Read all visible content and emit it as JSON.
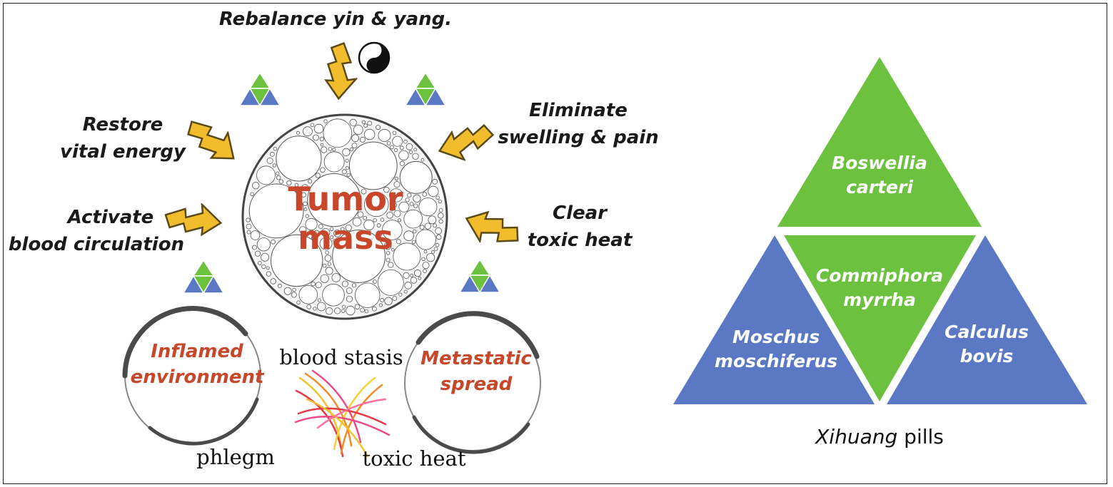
{
  "left_panel": {
    "top_label": "Rebalance yin & yang.",
    "restore_label": [
      "Restore",
      "vital energy"
    ],
    "activate_label": [
      "Activate",
      "blood circulation"
    ],
    "eliminate_label": [
      "Eliminate",
      "swelling & pain"
    ],
    "clear_label": [
      "Clear",
      "toxic heat"
    ],
    "tumor_label": [
      "Tumor",
      "mass"
    ],
    "inflamed_label": [
      "Inflamed",
      "environment"
    ],
    "metastatic_label": [
      "Metastatic",
      "spread"
    ],
    "blood_stasis": "blood stasis",
    "phlegm": "phlegm",
    "toxic_heat": "toxic heat"
  },
  "right_panel": {
    "top_triangle": [
      "Boswellia",
      "carteri"
    ],
    "center_triangle": [
      "Commiphora",
      "myrrha"
    ],
    "left_triangle": [
      "Moschus",
      "moschiferus"
    ],
    "right_triangle": [
      "Calculus",
      "bovis"
    ],
    "caption_italic": "Xihuang",
    "caption_rest": " pills"
  },
  "colors": {
    "green": "#6cc13f",
    "blue": "#5a78c4",
    "accent_red": "#c8472a",
    "arrow_yellow": "#f2bd2c",
    "arrow_edge": "#5a4a1a"
  }
}
